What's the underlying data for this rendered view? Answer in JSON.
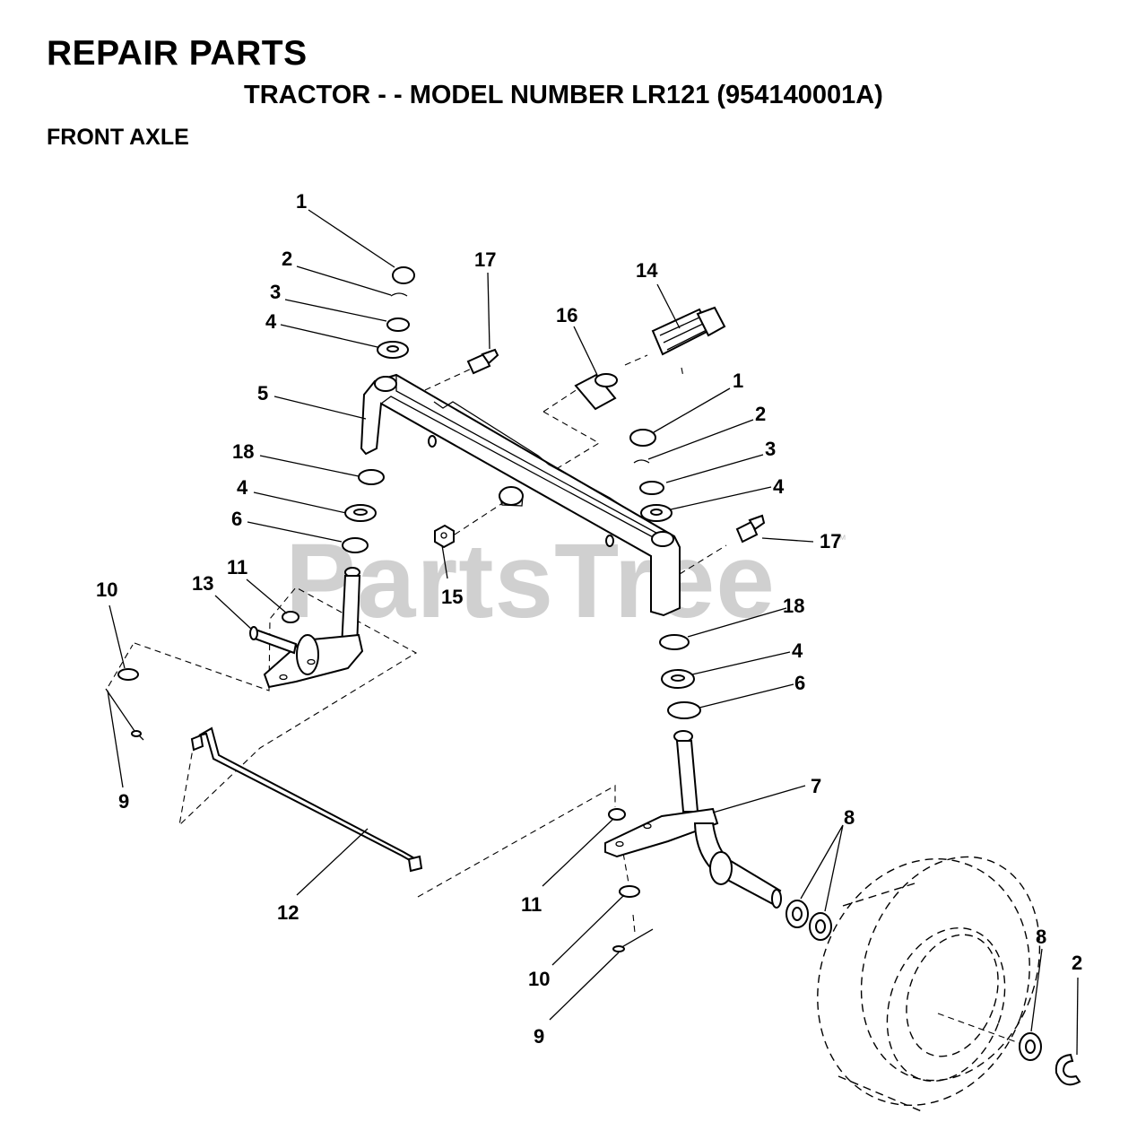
{
  "header": {
    "title": "REPAIR PARTS",
    "subtitle": "TRACTOR - - MODEL NUMBER LR121 (954140001A)",
    "section": "FRONT AXLE"
  },
  "watermark": {
    "text": "PartsTree",
    "trademark": "™",
    "color": "#c8c8c8"
  },
  "callouts": [
    {
      "id": "c1a",
      "label": "1"
    },
    {
      "id": "c2a",
      "label": "2"
    },
    {
      "id": "c3a",
      "label": "3"
    },
    {
      "id": "c4a",
      "label": "4"
    },
    {
      "id": "c5",
      "label": "5"
    },
    {
      "id": "c18a",
      "label": "18"
    },
    {
      "id": "c4b",
      "label": "4"
    },
    {
      "id": "c6a",
      "label": "6"
    },
    {
      "id": "c17a",
      "label": "17"
    },
    {
      "id": "c16",
      "label": "16"
    },
    {
      "id": "c14",
      "label": "14"
    },
    {
      "id": "c1b",
      "label": "1"
    },
    {
      "id": "c2b",
      "label": "2"
    },
    {
      "id": "c3b",
      "label": "3"
    },
    {
      "id": "c4c",
      "label": "4"
    },
    {
      "id": "c17b",
      "label": "17"
    },
    {
      "id": "c15",
      "label": "15"
    },
    {
      "id": "c18b",
      "label": "18"
    },
    {
      "id": "c4d",
      "label": "4"
    },
    {
      "id": "c6b",
      "label": "6"
    },
    {
      "id": "c7",
      "label": "7"
    },
    {
      "id": "c8a",
      "label": "8"
    },
    {
      "id": "c10a",
      "label": "10"
    },
    {
      "id": "c13",
      "label": "13"
    },
    {
      "id": "c11a",
      "label": "11"
    },
    {
      "id": "c9a",
      "label": "9"
    },
    {
      "id": "c12",
      "label": "12"
    },
    {
      "id": "c11b",
      "label": "11"
    },
    {
      "id": "c10b",
      "label": "10"
    },
    {
      "id": "c9b",
      "label": "9"
    },
    {
      "id": "c8b",
      "label": "8"
    },
    {
      "id": "c2c",
      "label": "2"
    }
  ]
}
